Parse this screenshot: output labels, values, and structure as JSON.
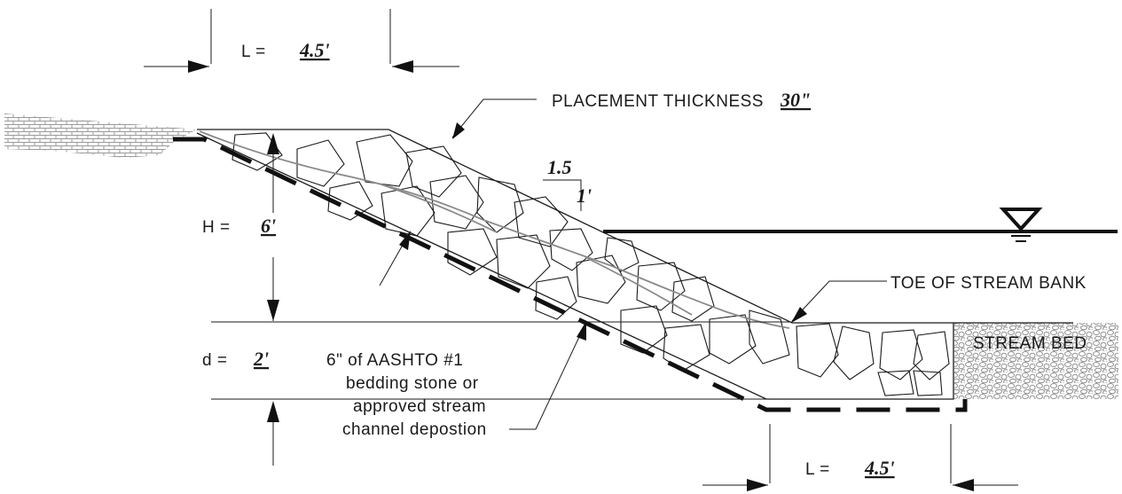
{
  "labels": {
    "top_length": {
      "prefix": "L  =",
      "value": "4.5'"
    },
    "bottom_length": {
      "prefix": "L  =",
      "value": "4.5'"
    },
    "height": {
      "prefix": "H  =",
      "value": "6'"
    },
    "depth": {
      "prefix": "d  =",
      "value": "2'"
    },
    "thickness": {
      "prefix": "PLACEMENT THICKNESS",
      "value": "30\""
    },
    "slope_horizontal": "1.5",
    "slope_vertical": "1'",
    "toe": "TOE OF STREAM BANK",
    "stream_bed": "STREAM BED",
    "bedding": [
      "6\" of AASHTO #1",
      "bedding stone or",
      "approved stream",
      "channel depostion"
    ]
  },
  "colors": {
    "line": "#1a1a1a",
    "filter_fabric": "#8a8a8a"
  },
  "icons": [
    "water-surface-icon"
  ]
}
